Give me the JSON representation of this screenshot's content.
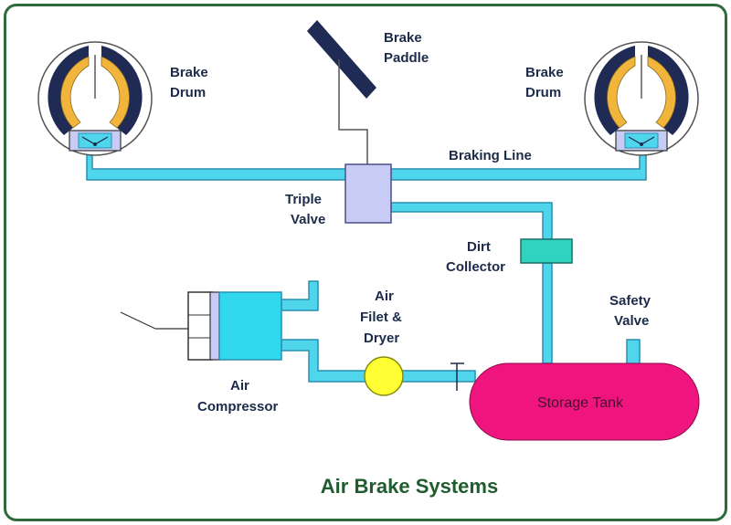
{
  "title": "Air Brake Systems",
  "labels": {
    "brake_drum_left": [
      "Brake",
      "Drum"
    ],
    "brake_drum_right": [
      "Brake",
      "Drum"
    ],
    "brake_paddle": [
      "Brake",
      "Paddle"
    ],
    "braking_line": "Braking Line",
    "triple_valve": [
      "Triple",
      "Valve"
    ],
    "dirt_collector": [
      "Dirt",
      "Collector"
    ],
    "safety_valve": [
      "Safety",
      "Valve"
    ],
    "air_filter_dryer": [
      "Air",
      "Filet &",
      "Dryer"
    ],
    "air_compressor": [
      "Air",
      "Compressor"
    ],
    "storage_tank": "Storage Tank"
  },
  "colors": {
    "pipe": "#4fd6ec",
    "pipe_stroke": "#2a8fb0",
    "triple_valve": "#c8ccf4",
    "dirt_collector": "#2fd4c0",
    "storage_tank": "#f0157e",
    "filter": "#ffff33",
    "compressor": "#2fd8ec",
    "drum_shoe": "#f2b53c",
    "drum_lining": "#1f2a55",
    "frame": "#2f6b3a",
    "title": "#1f5c2e"
  }
}
